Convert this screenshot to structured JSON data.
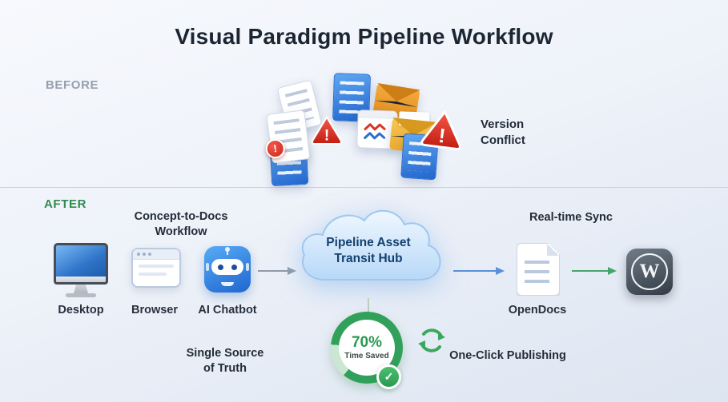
{
  "title": "Visual Paradigm Pipeline Workflow",
  "before": {
    "label": "BEFORE",
    "version_conflict": "Version Conflict"
  },
  "after": {
    "label": "AFTER",
    "concept_workflow": "Concept-to-Docs Workflow",
    "realtime_sync": "Real-time Sync",
    "single_source": "Single Source of Truth",
    "one_click": "One-Click Publishing"
  },
  "nodes": {
    "desktop": "Desktop",
    "browser": "Browser",
    "chatbot": "AI Chatbot",
    "hub": "Pipeline Asset Transit Hub",
    "opendocs": "OpenDocs",
    "wordpress_monogram": "W"
  },
  "badge": {
    "percent": "70%",
    "caption": "Time Saved",
    "check": "✓"
  },
  "warning": {
    "exclamation": "!"
  },
  "colors": {
    "accent_blue": "#2f74c9",
    "accent_green": "#31a05a",
    "warning_red": "#d6281a",
    "envelope_orange": "#f0a23a",
    "title_text": "#1c2633",
    "before_label_gray": "#97a0ae",
    "after_label_green": "#2e8b4f"
  }
}
